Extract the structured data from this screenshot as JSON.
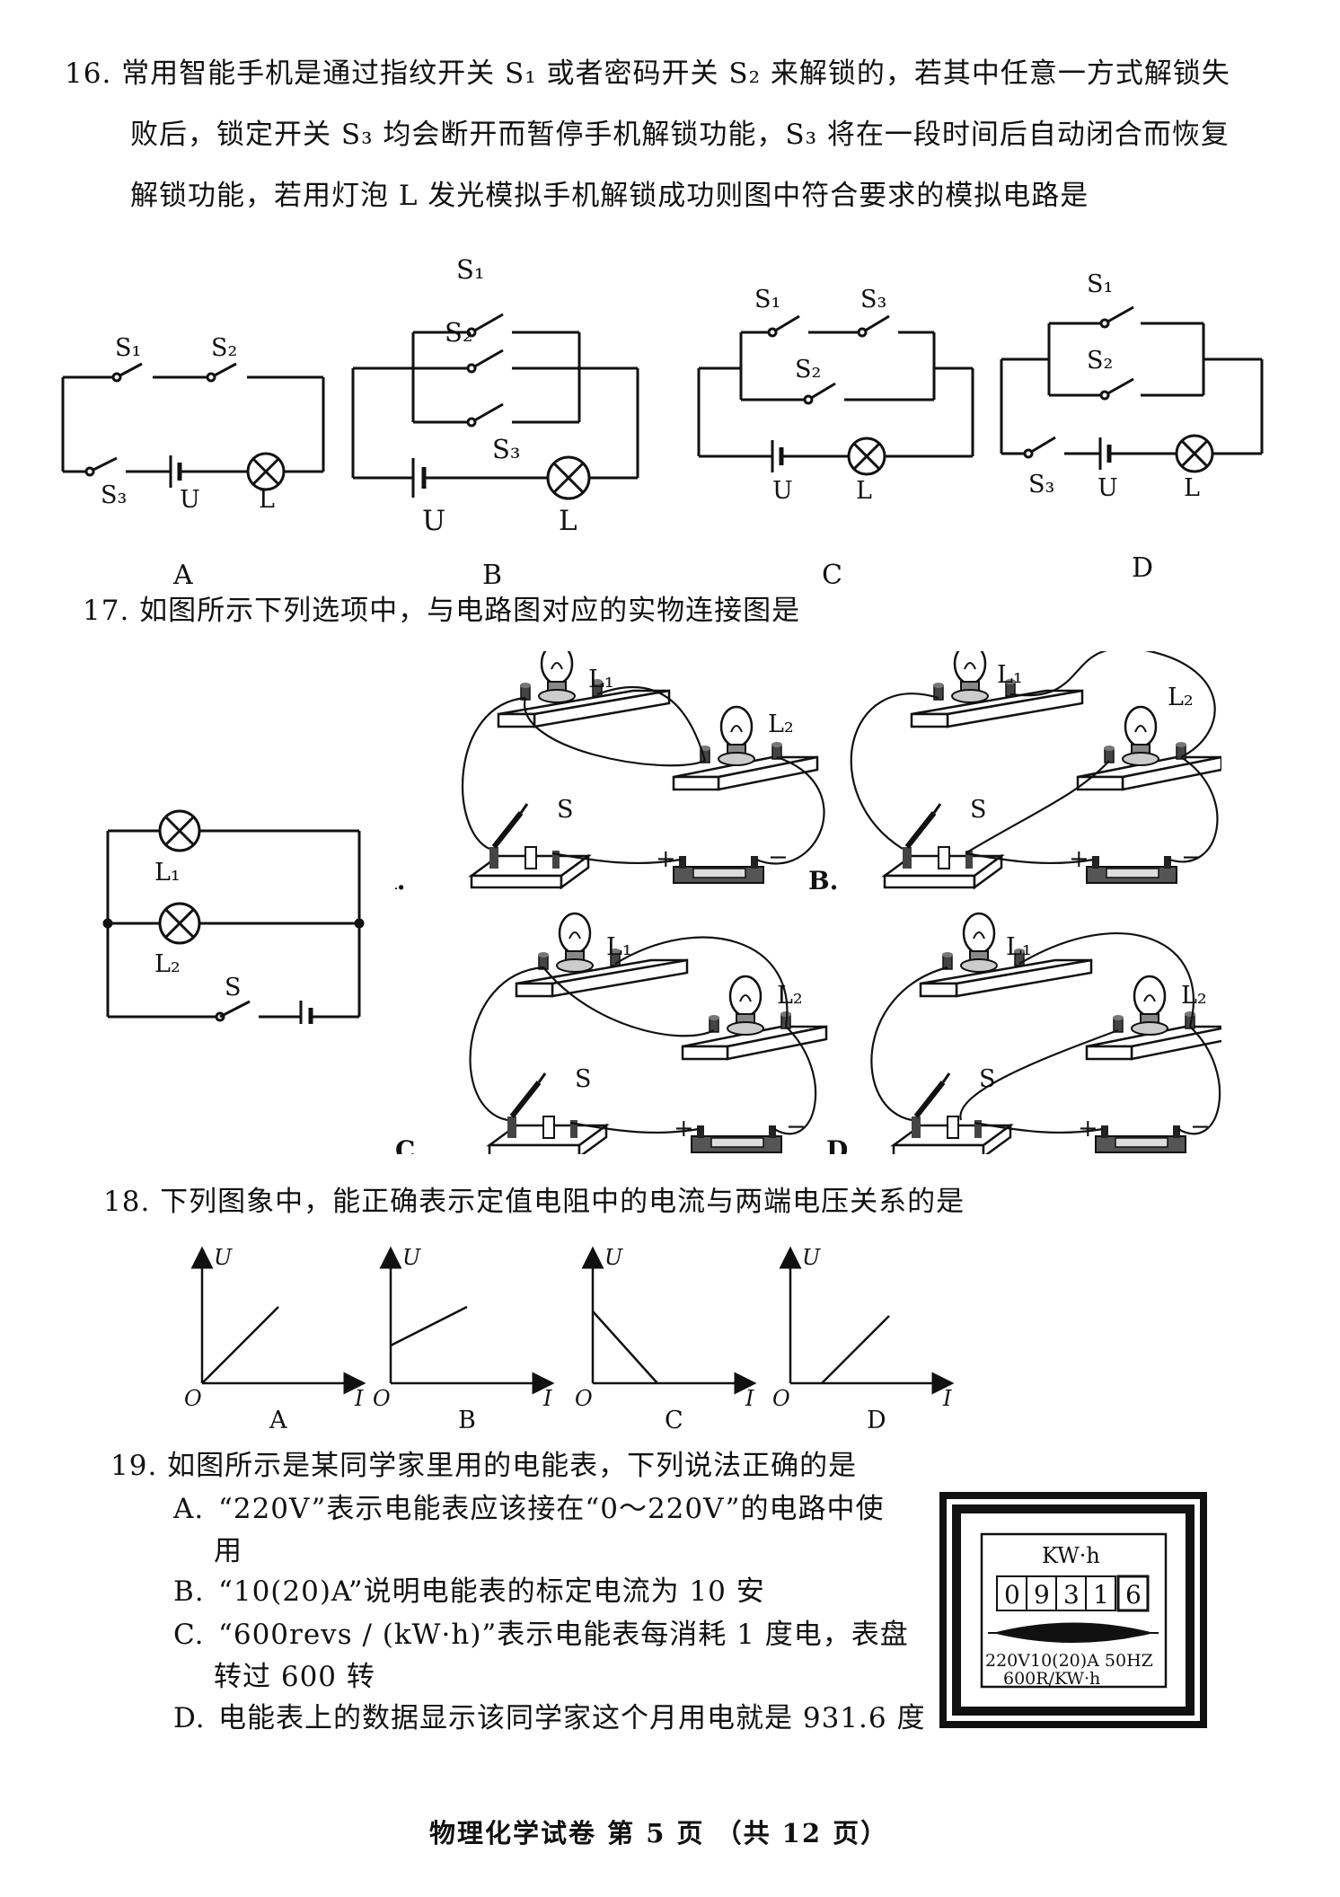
{
  "q16": {
    "lines": [
      "16. 常用智能手机是通过指纹开关 S₁ 或者密码开关 S₂ 来解锁的，若其中任意一方式解锁失",
      "败后，锁定开关 S₃ 均会断开而暂停手机解锁功能，S₃ 将在一段时间后自动闭合而恢复",
      "解锁功能，若用灯泡 L 发光模拟手机解锁成功则图中符合要求的模拟电路是"
    ],
    "options": [
      "A",
      "B",
      "C",
      "D"
    ],
    "labels": {
      "s1": "S₁",
      "s2": "S₂",
      "s3": "S₃",
      "u": "U",
      "l": "L"
    }
  },
  "q17": {
    "text": "17. 如图所示下列选项中，与电路图对应的实物连接图是",
    "labels": {
      "l1": "L₁",
      "l2": "L₂",
      "s": "S",
      "plus": "+",
      "minus": "−"
    },
    "options": [
      "A.",
      "B.",
      "C.",
      "D."
    ]
  },
  "q18": {
    "text": "18. 下列图象中，能正确表示定值电阻中的电流与两端电压关系的是",
    "axis": {
      "u": "U",
      "i": "I",
      "o": "O"
    },
    "options": [
      "A",
      "B",
      "C",
      "D"
    ]
  },
  "q19": {
    "text": "19. 如图所示是某同学家里用的电能表，下列说法正确的是",
    "options": [
      {
        "label": "A.",
        "lines": [
          "“220V”表示电能表应该接在“0～220V”的电路中使",
          "用"
        ]
      },
      {
        "label": "B.",
        "lines": [
          "“10(20)A”说明电能表的标定电流为 10 安"
        ]
      },
      {
        "label": "C.",
        "lines": [
          "“600revs / (kW·h)”表示电能表每消耗 1 度电，表盘",
          "转过 600 转"
        ]
      },
      {
        "label": "D.",
        "lines": [
          "电能表上的数据显示该同学家这个月用电就是 931.6 度"
        ]
      }
    ],
    "meter": {
      "unit": "KW·h",
      "digits": [
        "0",
        "9",
        "3",
        "1",
        "6"
      ],
      "spec1": "220V10(20)A 50HZ",
      "spec2": "600R/KW·h"
    }
  },
  "footer": {
    "text": "物理化学试卷   第 5 页   （共 12 页）"
  }
}
